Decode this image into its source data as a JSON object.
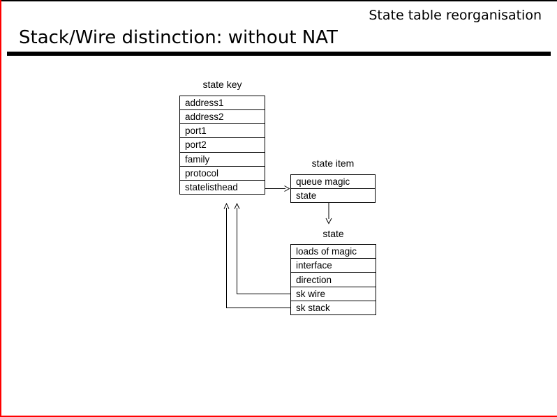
{
  "header": {
    "corner_label": "State table reorganisation",
    "title": "Stack/Wire distinction: without NAT"
  },
  "colors": {
    "frame_red": "#ff0000",
    "ink_black": "#000000"
  },
  "diagram": {
    "state_key": {
      "title": "state key",
      "rows": [
        "address1",
        "address2",
        "port1",
        "port2",
        "family",
        "protocol",
        "statelisthead"
      ]
    },
    "state_item": {
      "title": "state item",
      "rows": [
        "queue magic",
        "state"
      ]
    },
    "state": {
      "title": "state",
      "rows": [
        "loads of magic",
        "interface",
        "direction",
        "sk wire",
        "sk stack"
      ]
    },
    "connections": [
      {
        "from": "state key / statelisthead",
        "to": "state item",
        "direction": "right"
      },
      {
        "from": "state item / state",
        "to": "state",
        "direction": "down"
      },
      {
        "from": "state / sk wire",
        "to": "state key / statelisthead",
        "direction": "up"
      },
      {
        "from": "state / sk stack",
        "to": "state key / statelisthead",
        "direction": "up"
      }
    ]
  }
}
